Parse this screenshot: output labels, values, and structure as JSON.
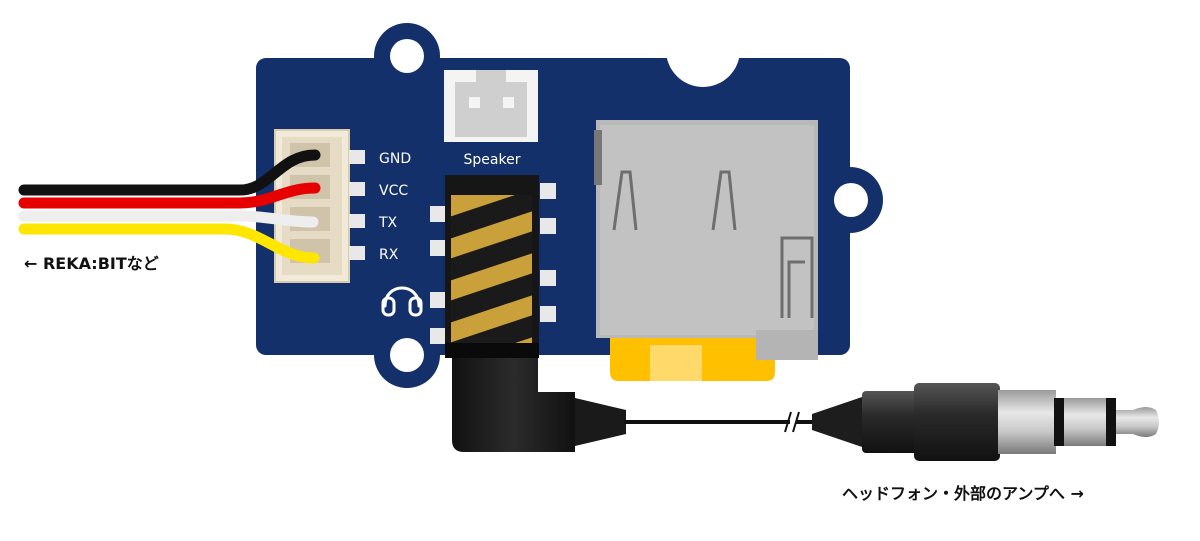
{
  "colors": {
    "board": "#14306b",
    "wire_black": "#111111",
    "wire_red": "#e60000",
    "wire_white": "#eeeeee",
    "wire_yellow": "#ffe600",
    "gold": "#c9a03a",
    "sd_slot": "#b8b8b8",
    "sd_card": "#ffc000"
  },
  "pin_labels": [
    "GND",
    "VCC",
    "TX",
    "RX"
  ],
  "speaker_label": "Speaker",
  "headphone_icon": "headphone-icon",
  "left_caption": "← REKA:BITなど",
  "right_caption": "ヘッドフォン・外部のアンプへ →"
}
